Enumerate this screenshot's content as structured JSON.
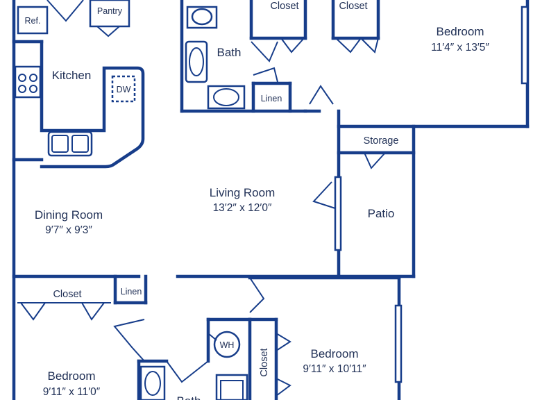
{
  "colors": {
    "wall": "#173d8a",
    "text": "#1f2f55",
    "background": "#ffffff"
  },
  "rooms": {
    "bedroom_top": {
      "name": "Bedroom",
      "dims": "11′4″ x 13′5″"
    },
    "kitchen": {
      "name": "Kitchen"
    },
    "bath_top": {
      "name": "Bath"
    },
    "living": {
      "name": "Living Room",
      "dims": "13′2″ x 12′0″"
    },
    "dining": {
      "name": "Dining Room",
      "dims": "9′7″ x 9′3″"
    },
    "patio": {
      "name": "Patio"
    },
    "storage": {
      "name": "Storage"
    },
    "bedroom_left": {
      "name": "Bedroom",
      "dims": "9′11″ x 11′0″"
    },
    "bedroom_right": {
      "name": "Bedroom",
      "dims": "9′11″ x 10′11″"
    },
    "bath_bottom": {
      "name": "Bath"
    }
  },
  "fixtures": {
    "ref": "Ref.",
    "pantry": "Pantry",
    "dw": "DW",
    "wh": "WH",
    "closet_1": "Closet",
    "closet_2": "Closet",
    "closet_3": "Closet",
    "closet_4": "Closet",
    "linen_top": "Linen",
    "linen_bottom": "Linen"
  }
}
